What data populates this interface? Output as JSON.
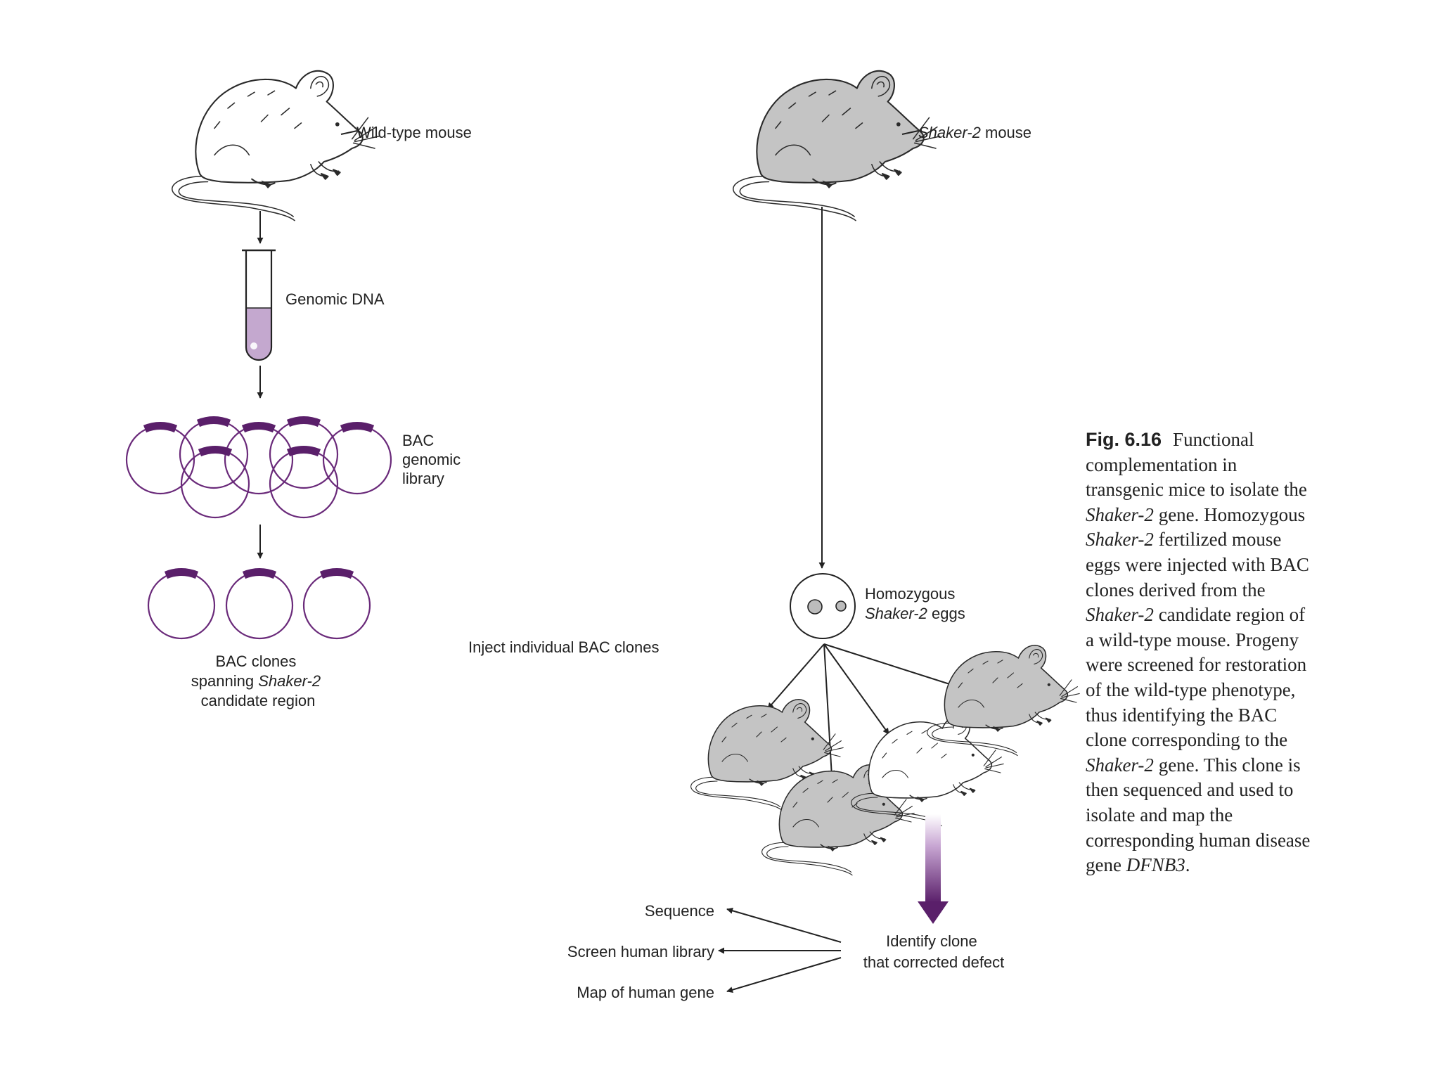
{
  "labels": {
    "wild_type_mouse": "Wild-type mouse",
    "shaker_mouse_italic": "Shaker-2",
    "shaker_mouse_rest": " mouse",
    "genomic_dna": "Genomic DNA",
    "bac_library": [
      "BAC",
      "genomic",
      "library"
    ],
    "bac_clones_line1": "BAC clones",
    "bac_clones_line2_a": "spanning ",
    "bac_clones_line2_b": "Shaker-2",
    "bac_clones_line3": "candidate region",
    "homozygous_line1": "Homozygous",
    "homozygous_line2_a": "Shaker-2",
    "homozygous_line2_b": " eggs",
    "inject": "Inject individual BAC clones",
    "identify_line1": "Identify clone",
    "identify_line2": "that corrected defect",
    "sequence": "Sequence",
    "screen": "Screen human library",
    "map": "Map of human gene"
  },
  "caption": {
    "number": "Fig. 6.16",
    "segments": [
      {
        "t": "Functional complementation in transgenic mice to isolate the "
      },
      {
        "t": "Shaker-2",
        "i": true
      },
      {
        "t": " gene. Homozygous "
      },
      {
        "t": "Shaker-2",
        "i": true
      },
      {
        "t": " fertilized mouse eggs were injected with BAC clones derived from the "
      },
      {
        "t": "Shaker-2",
        "i": true
      },
      {
        "t": " candidate region of a wild-type mouse. Progeny were screened for restoration of the wild-type phenotype, thus identifying the BAC clone corresponding to the "
      },
      {
        "t": "Shaker-2",
        "i": true
      },
      {
        "t": " gene. This clone is then sequenced and used to isolate and map the corresponding human disease gene "
      },
      {
        "t": "DFNB3",
        "i": true
      },
      {
        "t": "."
      }
    ]
  },
  "colors": {
    "purple": "#6a2a7a",
    "purple_dark": "#5a1f6a",
    "dna_fill": "#c4a8cf",
    "mouse_gray": "#c4c4c4",
    "mouse_white": "#ffffff"
  }
}
